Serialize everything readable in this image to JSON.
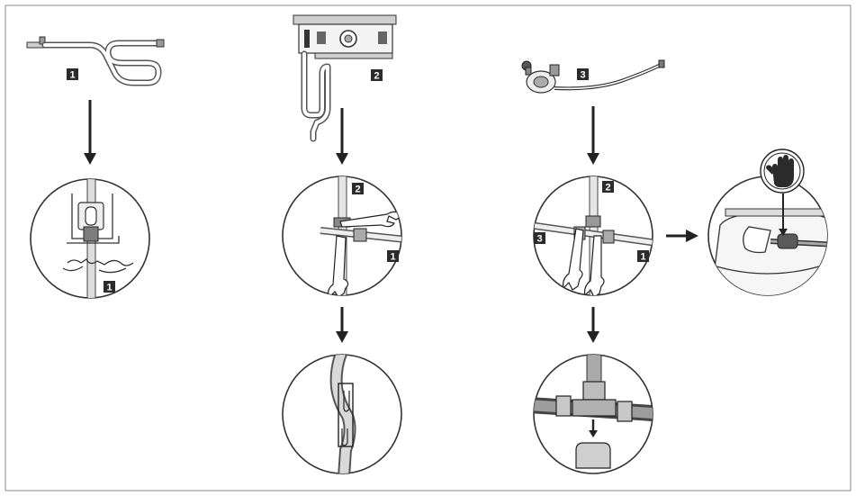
{
  "labels": {
    "step1": "1",
    "step2": "2",
    "step3": "3",
    "detail_a": "1",
    "detail_b_top": "2",
    "detail_b_bottom": "1",
    "detail_c_top": "2",
    "detail_c_left": "3",
    "detail_c_right": "1"
  },
  "icons": [
    "frame",
    "pipe-part-1",
    "burner-assembly-2",
    "regulator-hose-3",
    "wrench-icon",
    "hand-stop-icon",
    "fitting-icon"
  ]
}
